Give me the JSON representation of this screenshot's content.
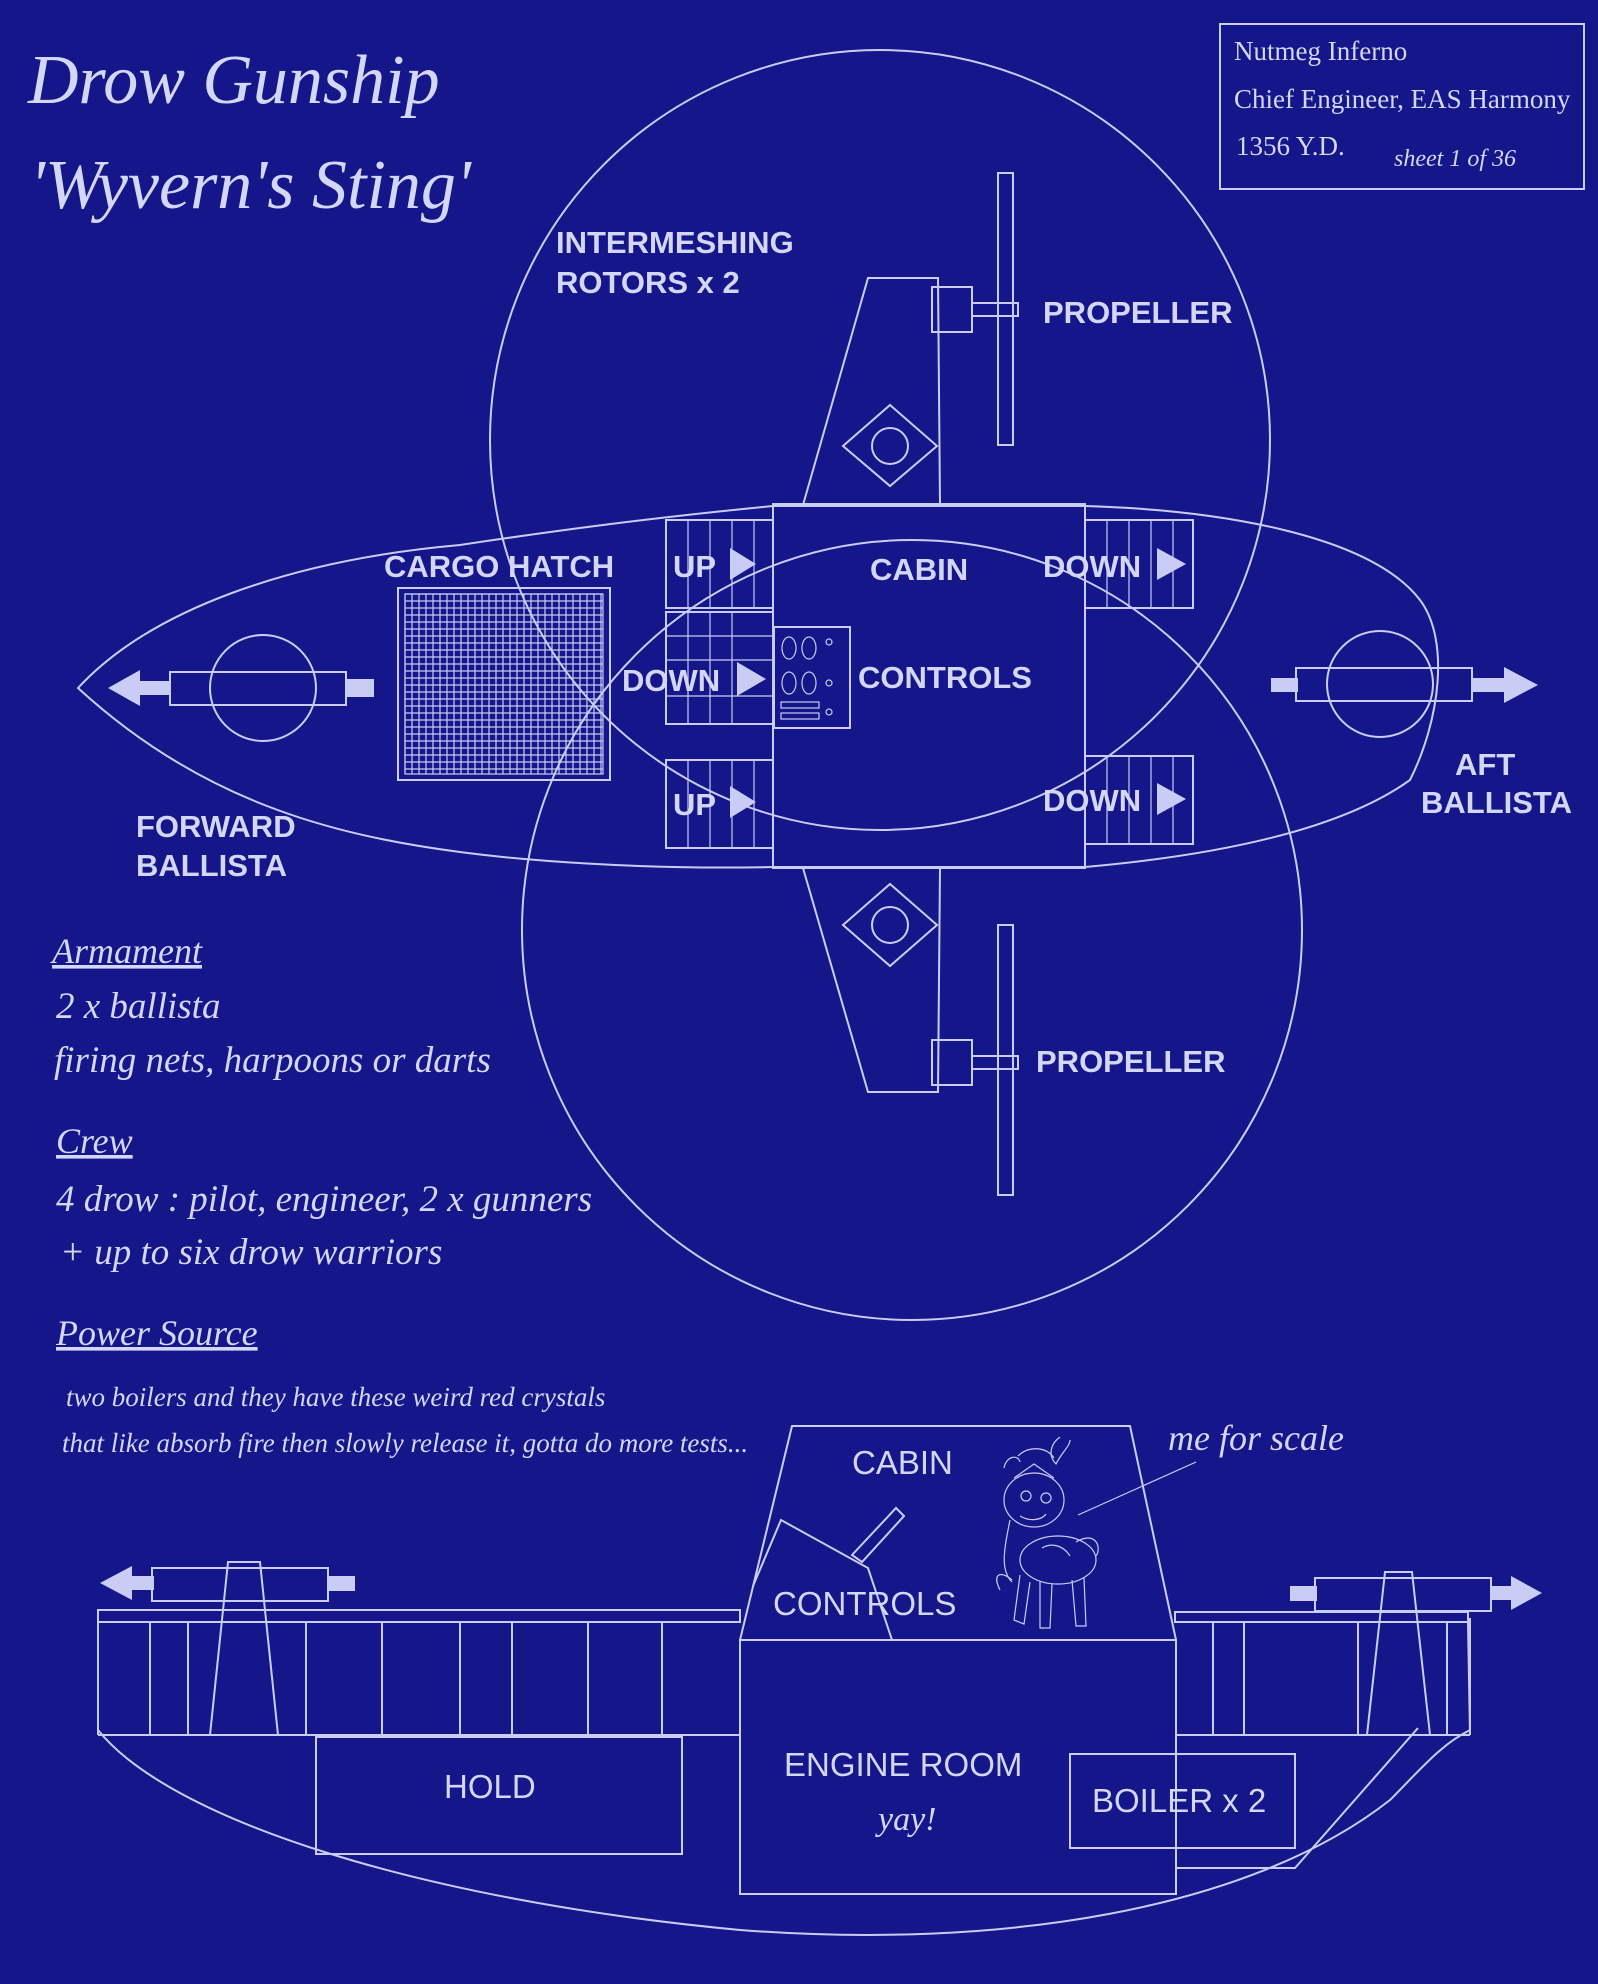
{
  "title": {
    "line1": "Drow Gunship",
    "line2": "'Wyvern's Sting'"
  },
  "titleblock": {
    "name": "Nutmeg Inferno",
    "role": "Chief Engineer, EAS Harmony",
    "date": "1356 Y.D.",
    "sheet": "sheet 1 of 36"
  },
  "top_view": {
    "rotors": [
      "INTERMESHING",
      "ROTORS x 2"
    ],
    "propeller_top": "PROPELLER",
    "propeller_bottom": "PROPELLER",
    "cargo_hatch": "CARGO HATCH",
    "cabin": "CABIN",
    "controls": "CONTROLS",
    "stairs": {
      "up_top": "UP",
      "up_bottom": "UP",
      "down_mid": "DOWN",
      "down_right_top": "DOWN",
      "down_right_bottom": "DOWN"
    },
    "forward_ballista": [
      "FORWARD",
      "BALLISTA"
    ],
    "aft_ballista": [
      "AFT",
      "BALLISTA"
    ]
  },
  "specs": {
    "armament": {
      "heading": "Armament",
      "lines": [
        "2 x ballista",
        "firing nets, harpoons or darts"
      ]
    },
    "crew": {
      "heading": "Crew",
      "lines": [
        "4 drow : pilot, engineer, 2 x gunners",
        "+ up to six drow warriors"
      ]
    },
    "power": {
      "heading": "Power Source",
      "lines": [
        "two boilers and they have these weird red crystals",
        "that like absorb fire then slowly release it, gotta do more tests..."
      ]
    }
  },
  "side_view": {
    "cabin": "CABIN",
    "controls": "CONTROLS",
    "scale_note": "me for scale",
    "hold": "HOLD",
    "engine_room": "ENGINE ROOM",
    "engine_note": "yay!",
    "boiler": "BOILER x 2"
  },
  "colors": {
    "background": "#14168a",
    "line": "#c9ccf4",
    "text": "#d4d6f7"
  }
}
